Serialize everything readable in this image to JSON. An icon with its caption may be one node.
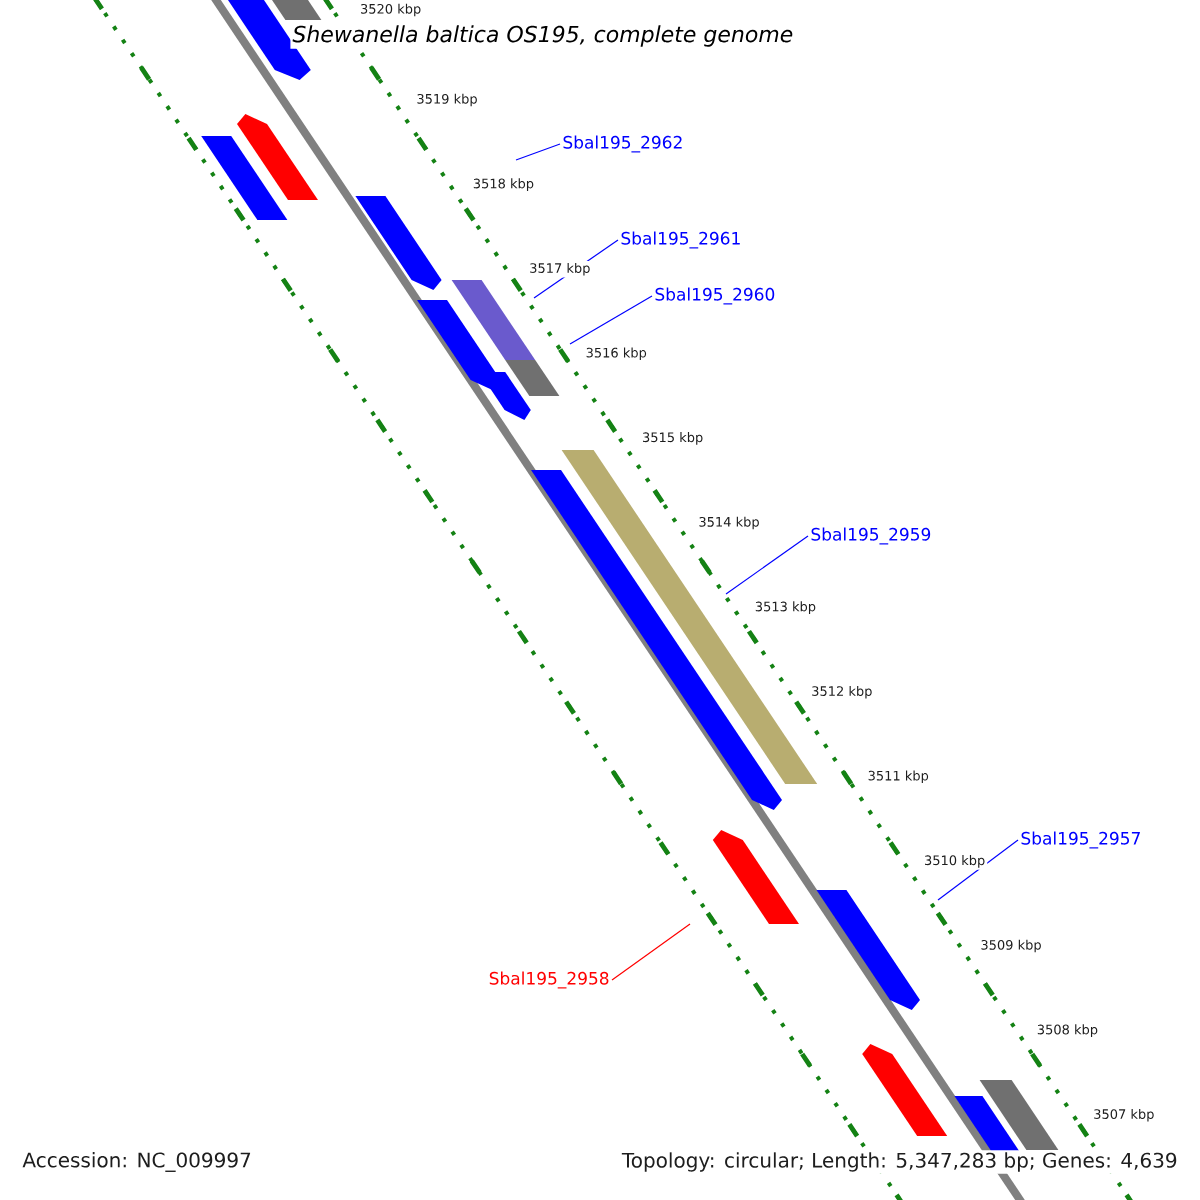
{
  "diagram": {
    "title": "Shewanella baltica OS195, complete genome",
    "nodes": [
      {
        "text": [
          "Sbal195_2962"
        ]
      },
      {
        "text": [
          "Sbal195_2961"
        ]
      },
      {
        "text": [
          "Sbal195_2960"
        ]
      },
      {
        "text": [
          "Sbal195_2959"
        ]
      },
      {
        "text": [
          "Sbal195_2957"
        ]
      },
      {
        "text": [
          "Sbal195_2958"
        ]
      }
    ],
    "edges": [
      {
        "from": 0,
        "to": null,
        "arrow": "none"
      },
      {
        "from": 1,
        "to": null,
        "arrow": "none"
      },
      {
        "from": 2,
        "to": null,
        "arrow": "none"
      },
      {
        "from": 3,
        "to": null,
        "arrow": "none"
      },
      {
        "from": 4,
        "to": null,
        "arrow": "none"
      },
      {
        "from": 5,
        "to": null,
        "arrow": "none",
        "color": "#ff0000"
      }
    ],
    "labels": [
      "3520 kbp",
      "3519 kbp",
      "3518 kbp",
      "3517 kbp",
      "3516 kbp",
      "3515 kbp",
      "3514 kbp",
      "3513 kbp",
      "3512 kbp",
      "3511 kbp",
      "3510 kbp",
      "3509 kbp",
      "3508 kbp",
      "3507 kbp",
      "Accession: NC_009997",
      "Topology: circular; Length: 5,347,283 bp; Genes: 4,639"
    ]
  }
}
